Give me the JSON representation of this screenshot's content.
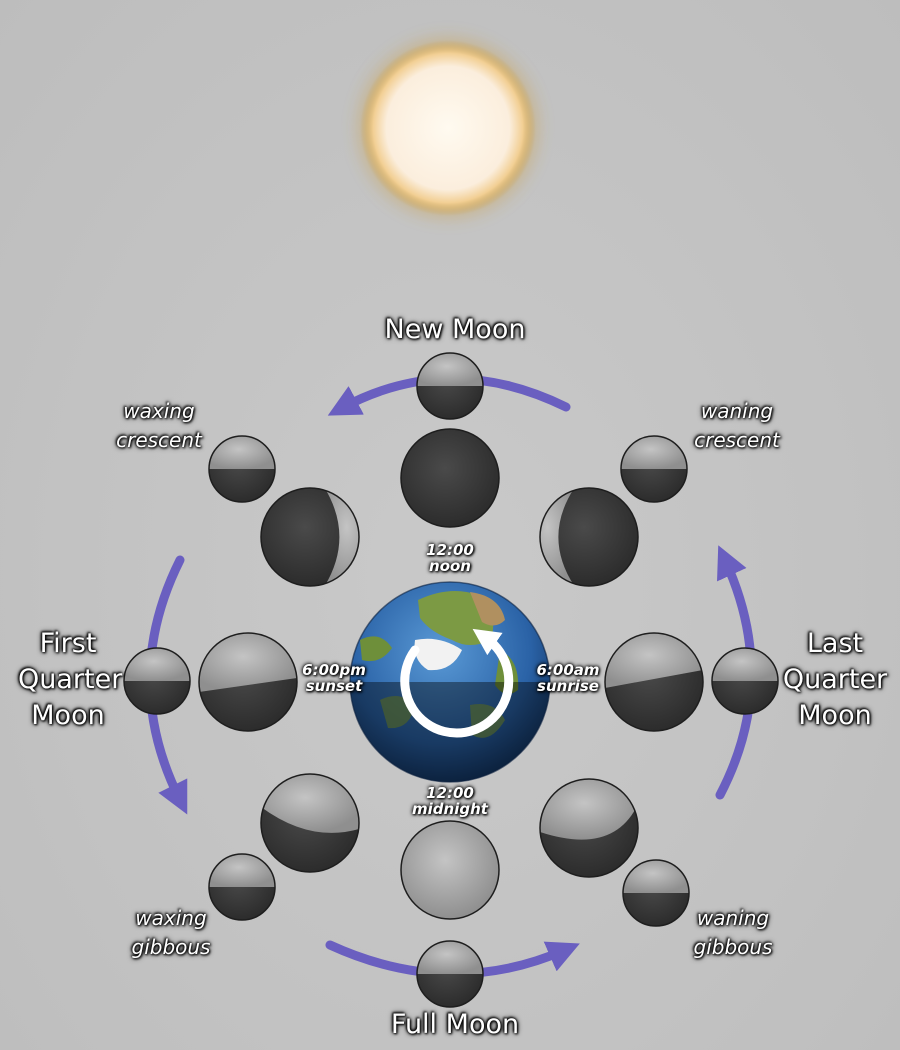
{
  "labels": {
    "new_moon": "New Moon",
    "full_moon": "Full Moon",
    "first_quarter": [
      "First",
      "Quarter",
      "Moon"
    ],
    "last_quarter": [
      "Last",
      "Quarter",
      "Moon"
    ],
    "waxing_crescent": [
      "waxing",
      "crescent"
    ],
    "waning_crescent": [
      "waning",
      "crescent"
    ],
    "waxing_gibbous": [
      "waxing",
      "gibbous"
    ],
    "waning_gibbous": [
      "waning",
      "gibbous"
    ]
  },
  "times": {
    "noon": [
      "12:00",
      "noon"
    ],
    "midnight": [
      "12:00",
      "midnight"
    ],
    "sunset": [
      "6:00pm",
      "sunset"
    ],
    "sunrise": [
      "6:00am",
      "sunrise"
    ]
  },
  "colors": {
    "background": "#c4c4c4",
    "orbit_arrow": "#6a5fc0",
    "sun_core": "#fff4dc",
    "sun_glow": "#c89a3c",
    "moon_lit": "#a8a8a8",
    "moon_dark": "#3c3c3c",
    "earth_ocean": "#2f6fb4",
    "earth_land": "#6f8f3a"
  },
  "icons": {
    "sun": "sun-icon",
    "earth": "earth-globe-icon",
    "rotation": "counterclockwise-rotation-arrow-icon",
    "orbit": "orbit-direction-arrow-icon"
  }
}
